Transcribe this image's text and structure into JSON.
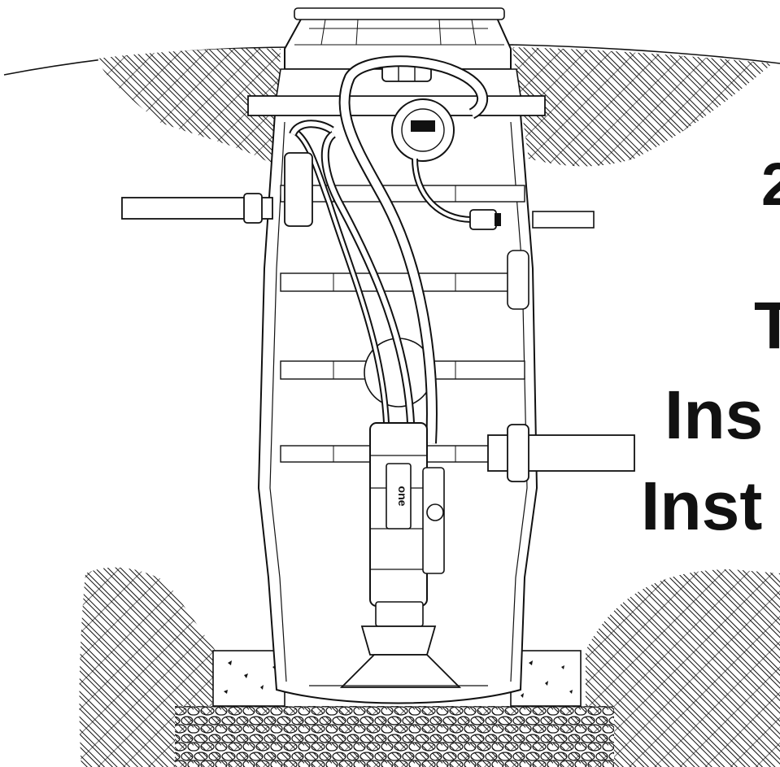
{
  "title_lines": [
    "2",
    "T",
    "Ins",
    "Inst"
  ],
  "pump_label": "one",
  "colors": {
    "ink": "#111111",
    "background": "#ffffff"
  }
}
